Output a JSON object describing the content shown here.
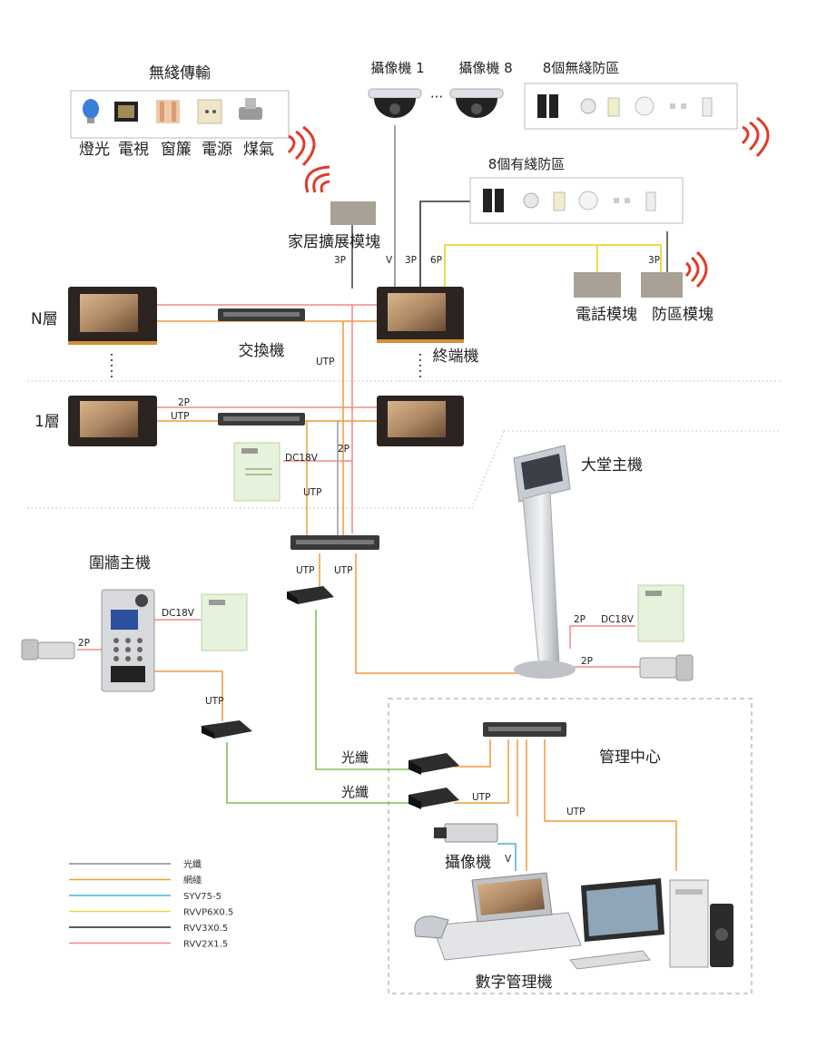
{
  "titles": {
    "wireless": "無綫傳輸",
    "wireless_zones": "8個無綫防區",
    "wired_zones": "8個有綫防區",
    "camera1": "攝像機 1",
    "camera8": "攝像機 8",
    "camera_dots": "···",
    "lobby": "大堂主機",
    "wall": "圍牆主機",
    "mgmt_center": "管理中心"
  },
  "appliances": [
    "燈光",
    "電視",
    "窗簾",
    "電源",
    "煤氣"
  ],
  "modules": {
    "home_ext": "家居擴展模塊",
    "phone": "電話模塊",
    "zone": "防區模塊",
    "switch": "交換機",
    "terminal": "終端機",
    "camera": "攝像機",
    "digital": "數字管理機"
  },
  "floors": {
    "n": "N層",
    "one": "1層"
  },
  "wires": {
    "p3": "3P",
    "v": "V",
    "p6": "6P",
    "p2": "2P",
    "utp": "UTP",
    "dc18v": "DC18V",
    "fiber": "光纖"
  },
  "legend": [
    {
      "label": "光纖",
      "color": "#8a8a8a"
    },
    {
      "label": "網綫",
      "color": "#f09a3a"
    },
    {
      "label": "SYV75-5",
      "color": "#3fb7d6"
    },
    {
      "label": "RVVP6X0.5",
      "color": "#f1d23a"
    },
    {
      "label": "RVV3X0.5",
      "color": "#222222"
    },
    {
      "label": "RVV2X1.5",
      "color": "#f08a8a"
    }
  ],
  "colors": {
    "fiber": "#8a8a8a",
    "fiber_green": "#7fbf5a",
    "network": "#f09a3a",
    "coax": "#3fb7d6",
    "rvvp": "#f1d23a",
    "rvv3": "#333333",
    "rvv2": "#f08a8a",
    "signal_red": "#e23a2a"
  }
}
